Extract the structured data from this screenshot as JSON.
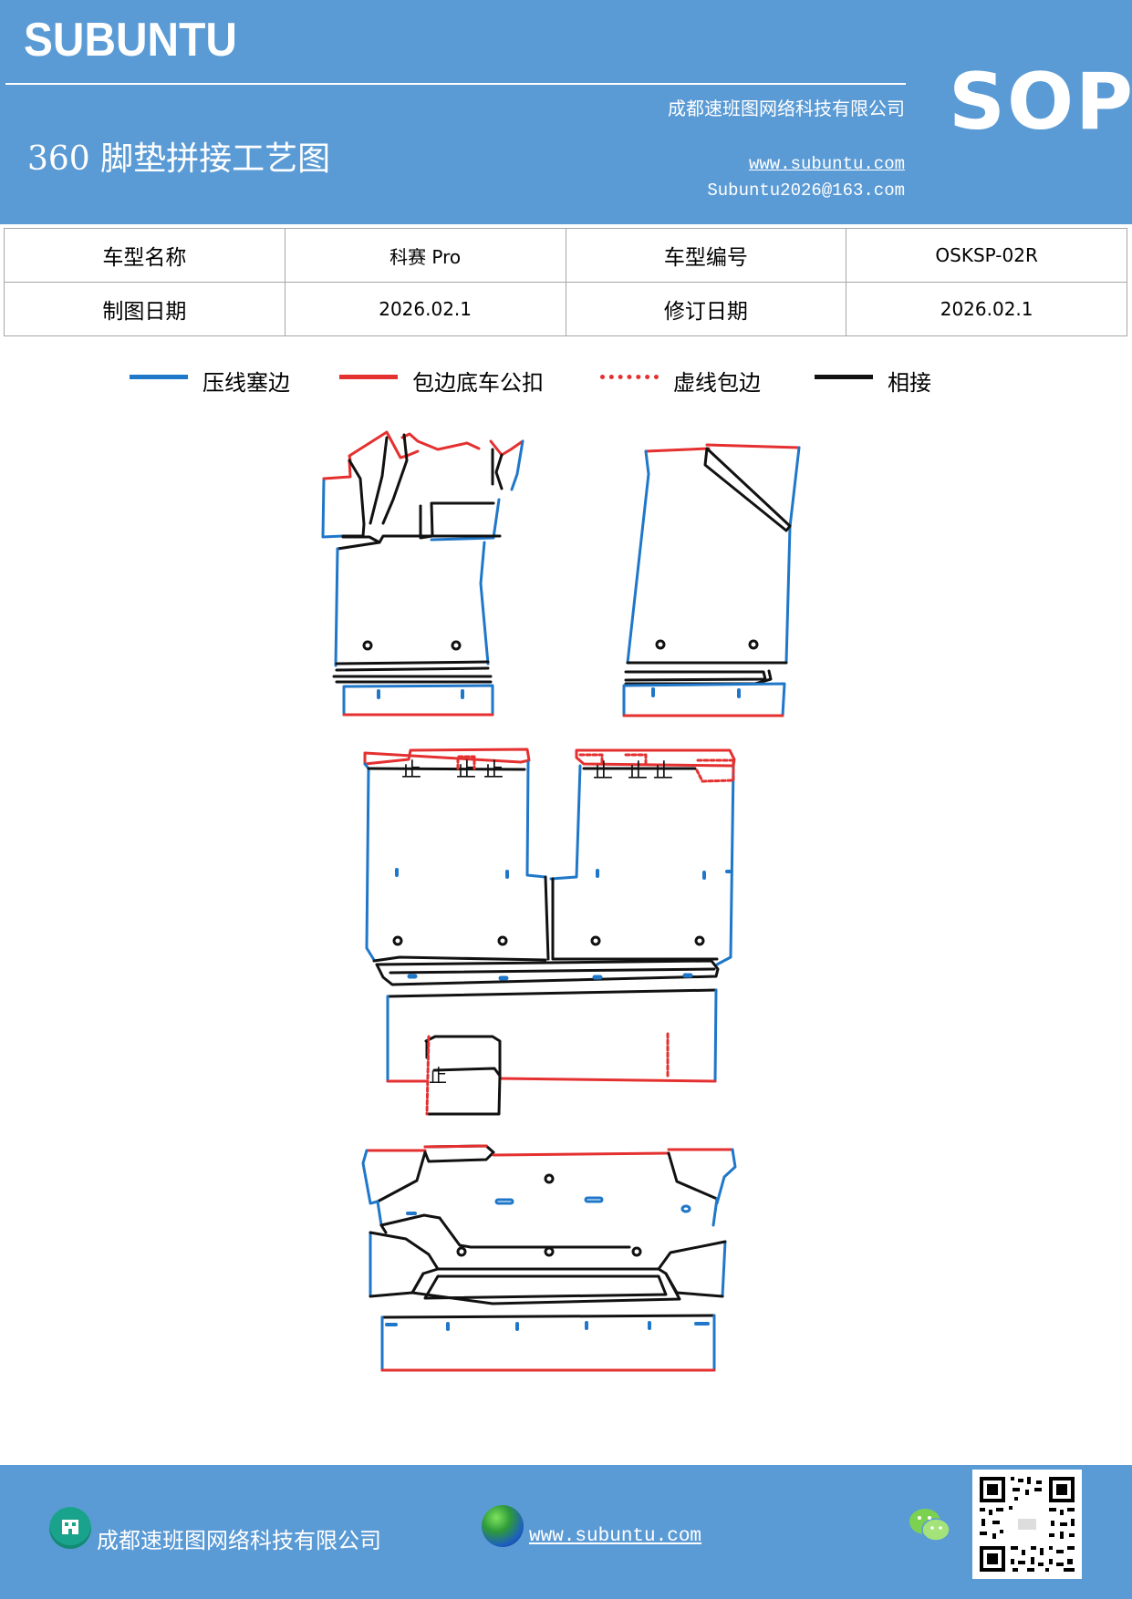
{
  "header": {
    "brand": "SUBUNTU",
    "sop": "SOP",
    "title": "360 脚垫拼接工艺图",
    "company": "成都速班图网络科技有限公司",
    "url": "www.subuntu.com",
    "email": "Subuntu2026@163.com"
  },
  "info": {
    "model_name_label": "车型名称",
    "model_name_value": "科赛 Pro",
    "model_code_label": "车型编号",
    "model_code_value": "OSKSP-02R",
    "draw_date_label": "制图日期",
    "draw_date_value": "2026.02.1",
    "revise_date_label": "修订日期",
    "revise_date_value": "2026.02.1"
  },
  "legend": [
    {
      "label": "压线塞边",
      "color": "#1f77c9",
      "style": "solid"
    },
    {
      "label": "包边底车公扣",
      "color": "#e53030",
      "style": "solid"
    },
    {
      "label": "虚线包边",
      "color": "#e53030",
      "style": "dotted"
    },
    {
      "label": "相接",
      "color": "#111111",
      "style": "solid"
    }
  ],
  "colors": {
    "blue": "#1f77c9",
    "red": "#e53030",
    "black": "#111111",
    "header_bg": "#5b9bd5"
  },
  "joint_mark": "止",
  "footer": {
    "company": "成都速班图网络科技有限公司",
    "url": "www.subuntu.com",
    "icons": [
      "building-icon",
      "globe-icon",
      "wechat-icon",
      "qr-code"
    ]
  }
}
